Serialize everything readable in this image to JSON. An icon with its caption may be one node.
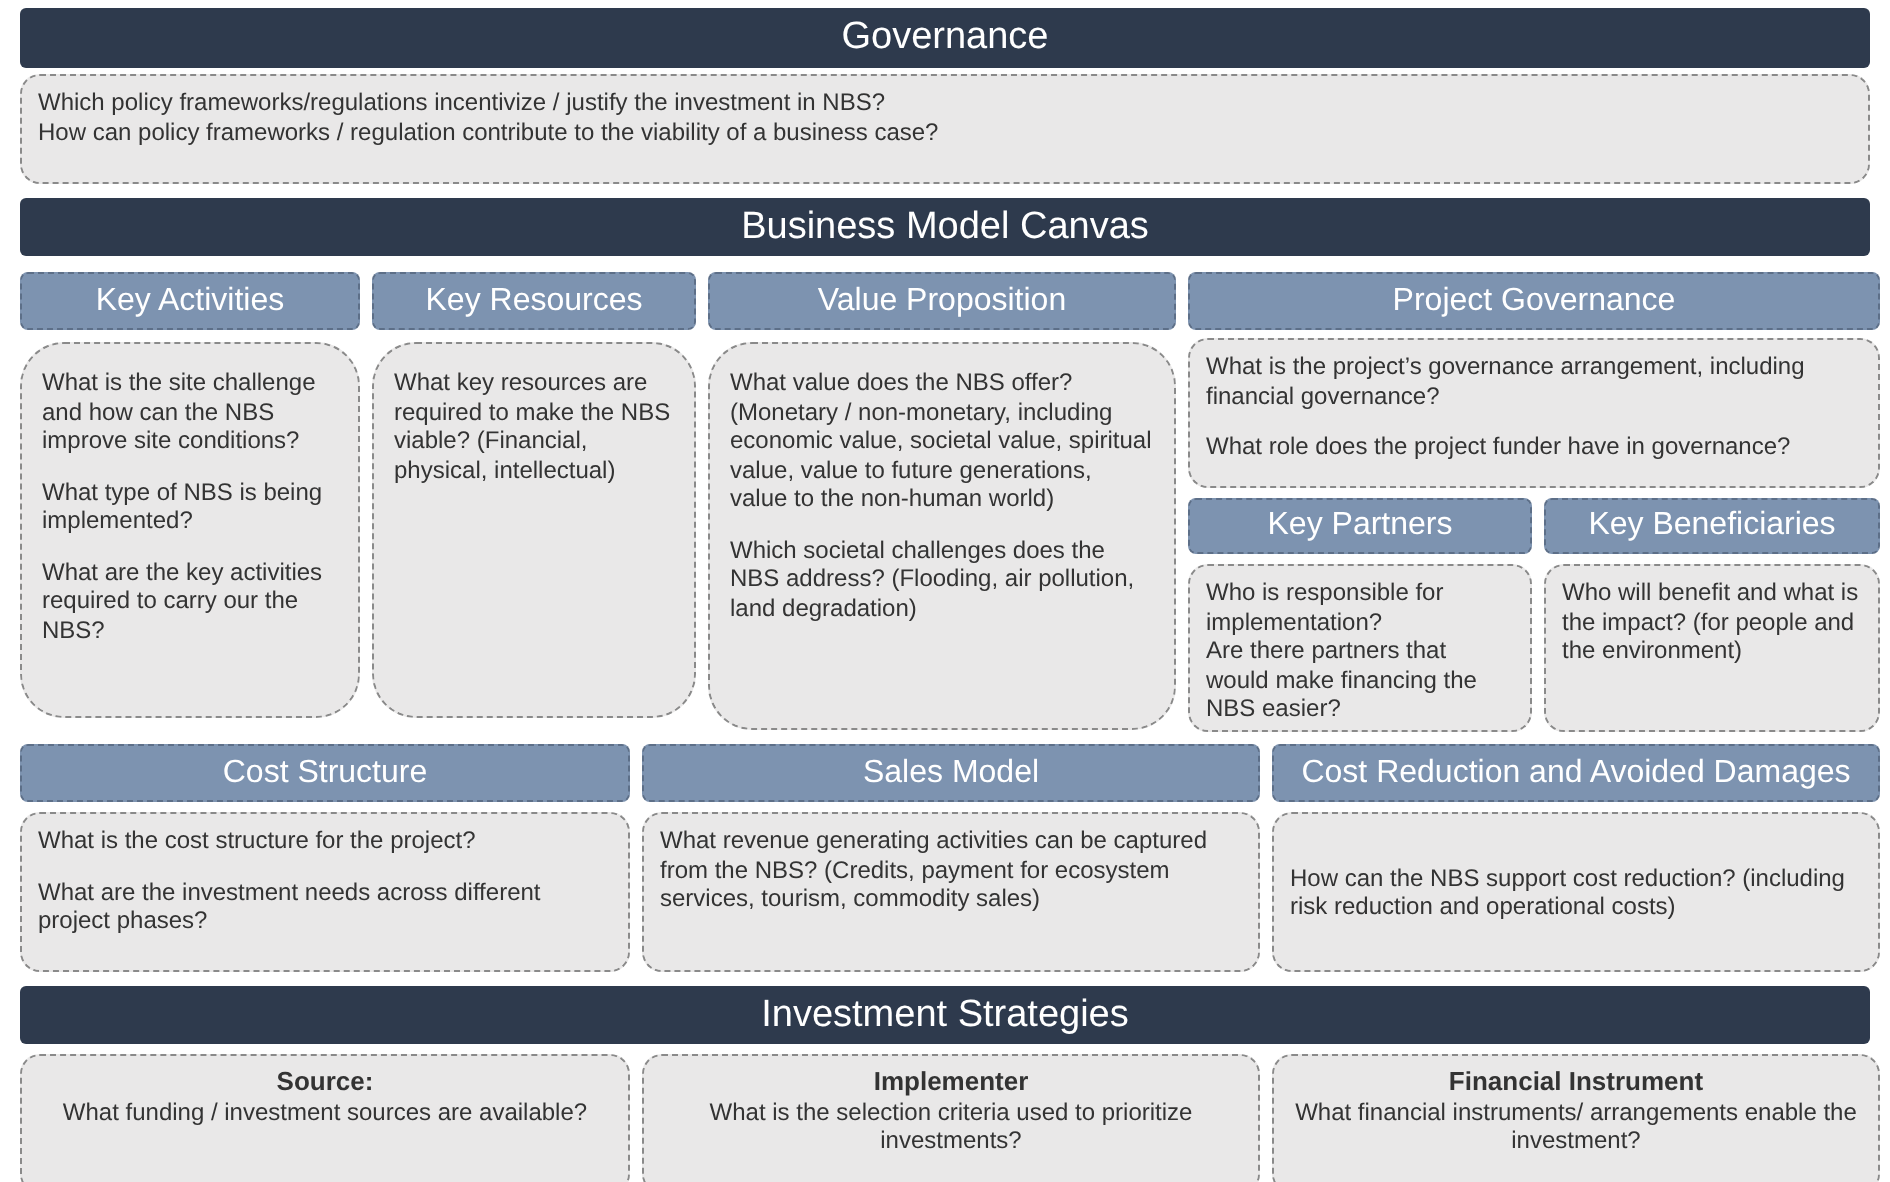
{
  "diagram": {
    "nodes": [
      {
        "text": [
          "Governance"
        ]
      },
      {
        "text": [
          "Which policy frameworks/regulations incentivize / justify the investment in NBS?",
          "How can policy frameworks / regulation contribute to the viability of a business case?"
        ]
      },
      {
        "text": [
          "Business Model Canvas"
        ]
      },
      {
        "text": [
          "Key Activities"
        ]
      },
      {
        "text": [
          "What is the site challenge and how can the NBS improve site conditions?",
          "What type of NBS is being implemented?",
          "What are the key activities required to carry our the NBS?"
        ]
      },
      {
        "text": [
          "Key Resources"
        ]
      },
      {
        "text": [
          "What key resources are required to make the NBS viable? (Financial, physical, intellectual)"
        ]
      },
      {
        "text": [
          "Value Proposition"
        ]
      },
      {
        "text": [
          "What value does the NBS offer? (Monetary / non-monetary, including economic value, societal value, spiritual value, value to future generations, value to the non-human world)",
          "Which societal challenges does the NBS address? (Flooding, air pollution, land degradation)"
        ]
      },
      {
        "text": [
          "Project Governance"
        ]
      },
      {
        "text": [
          "What is the project’s governance arrangement, including financial governance?",
          "What role does the project funder have in governance?"
        ]
      },
      {
        "text": [
          "Key Partners"
        ]
      },
      {
        "text": [
          "Who is responsible for implementation?",
          "Are there partners that would make financing the NBS easier?"
        ]
      },
      {
        "text": [
          "Key Beneficiaries"
        ]
      },
      {
        "text": [
          "Who will benefit and what is the impact? (for people and the environment)"
        ]
      },
      {
        "text": [
          "Cost Structure"
        ]
      },
      {
        "text": [
          "What is the cost structure for the project?",
          "What are the investment needs across different project phases?"
        ]
      },
      {
        "text": [
          "Sales Model"
        ]
      },
      {
        "text": [
          "What revenue generating activities can be captured from the NBS? (Credits, payment for ecosystem services, tourism, commodity sales)"
        ]
      },
      {
        "text": [
          "Cost Reduction and Avoided Damages"
        ]
      },
      {
        "text": [
          "How can the NBS support cost reduction? (including risk reduction and operational costs)"
        ]
      },
      {
        "text": [
          "Investment Strategies"
        ]
      },
      {
        "text": [
          "Source:",
          "What funding / investment sources are available?"
        ]
      },
      {
        "text": [
          "Implementer",
          "What is the selection criteria used to prioritize investments?"
        ]
      },
      {
        "text": [
          "Financial Instrument",
          "What financial instruments/ arrangements enable the investment?"
        ]
      }
    ]
  }
}
